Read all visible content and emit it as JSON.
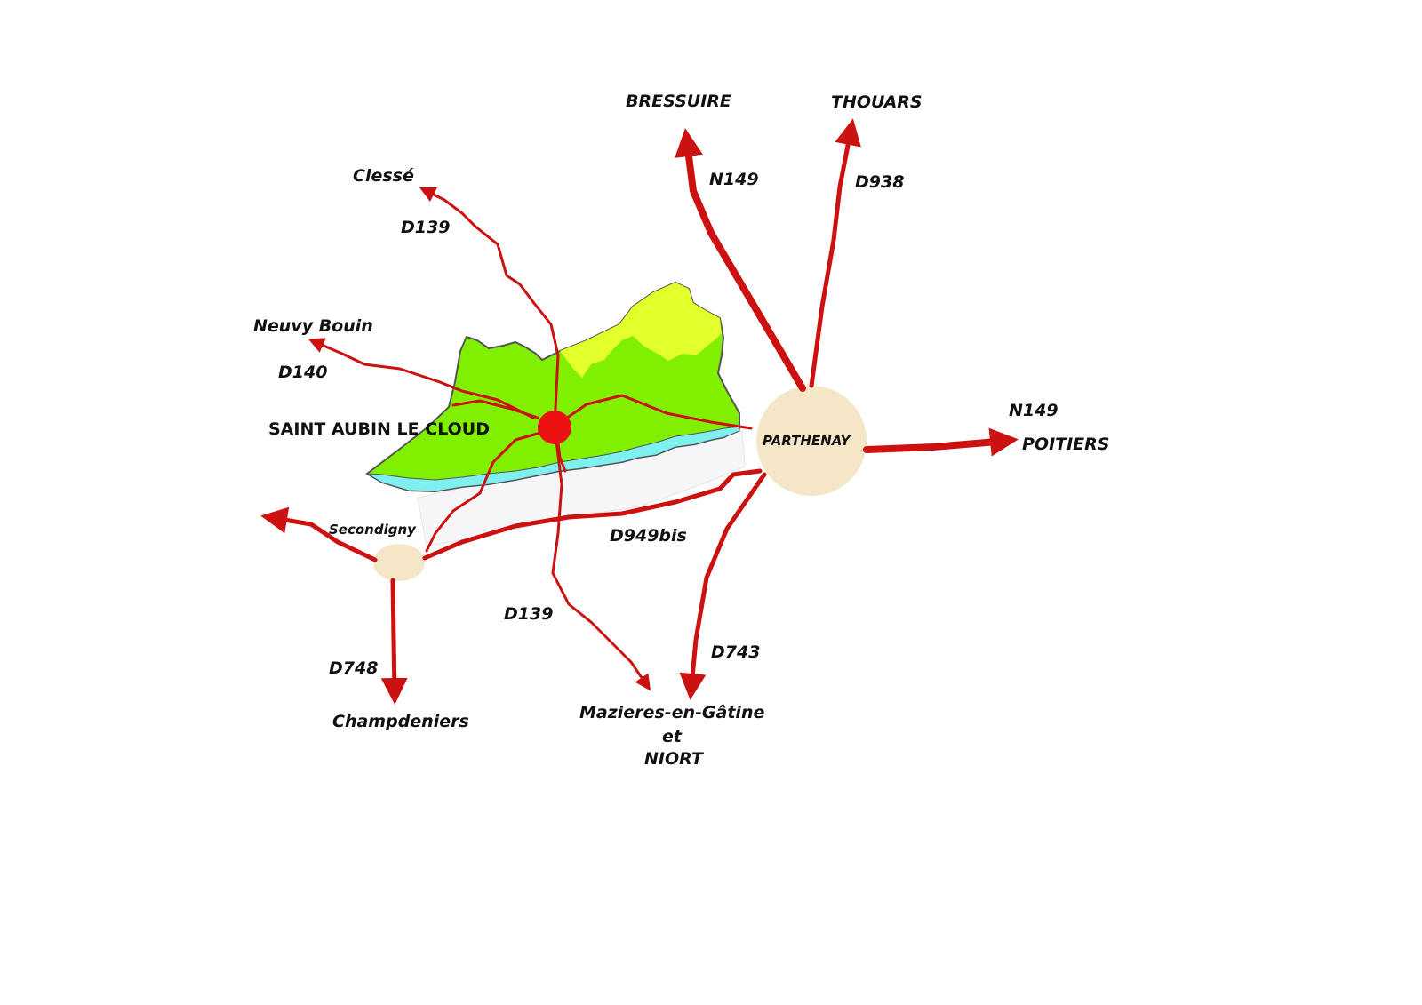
{
  "colors": {
    "road": "#cc1111",
    "commune_green": "#80f000",
    "commune_yellow": "#e2ff2c",
    "river": "#7ff0f0",
    "town_circle": "#f5e6c8",
    "village_dot": "#ee1111"
  },
  "places": {
    "bressuire": "BRESSUIRE",
    "thouars": "THOUARS",
    "clesse": "Clessé",
    "neuvy_bouin": "Neuvy Bouin",
    "saint_aubin": "SAINT AUBIN LE CLOUD",
    "parthenay": "PARTHENAY",
    "poitiers": "POITIERS",
    "secondigny": "Secondigny",
    "champdeniers": "Champdeniers",
    "mazieres_line1": "Mazieres-en-Gâtine",
    "mazieres_line2": "et",
    "mazieres_line3": "NIORT"
  },
  "roads": {
    "n149_north": "N149",
    "d938": "D938",
    "d139_north": "D139",
    "d140": "D140",
    "n149_east": "N149",
    "d949bis": "D949bis",
    "d139_south": "D139",
    "d748": "D748",
    "d743": "D743"
  }
}
